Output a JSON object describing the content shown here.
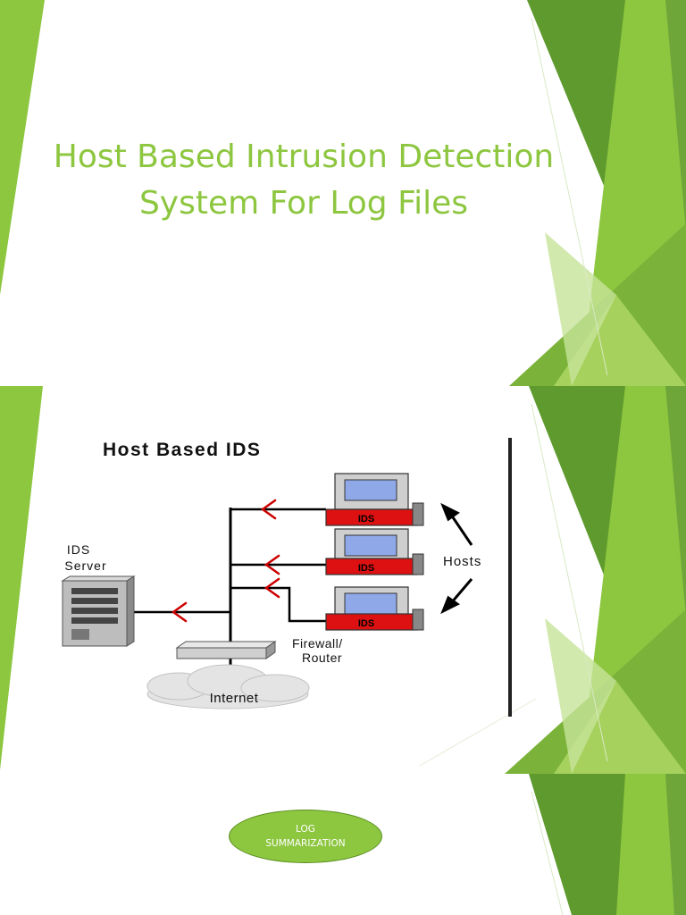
{
  "slide": {
    "title_line1": "Host Based Intrusion Detection",
    "title_line2": "System For Log Files"
  },
  "diagram": {
    "heading": "Host Based IDS",
    "ids_server_label_line1": "IDS",
    "ids_server_label_line2": "Server",
    "host_tag": "IDS",
    "hosts_label": "Hosts",
    "firewall_label_line1": "Firewall/",
    "firewall_label_line2": "Router",
    "internet_label": "Internet"
  },
  "badge": {
    "line1": "LOG",
    "line2": "SUMMARIZATION"
  },
  "colors": {
    "accent": "#8dc63f",
    "arrow": "#cc0000",
    "host_red": "#dd1111"
  }
}
